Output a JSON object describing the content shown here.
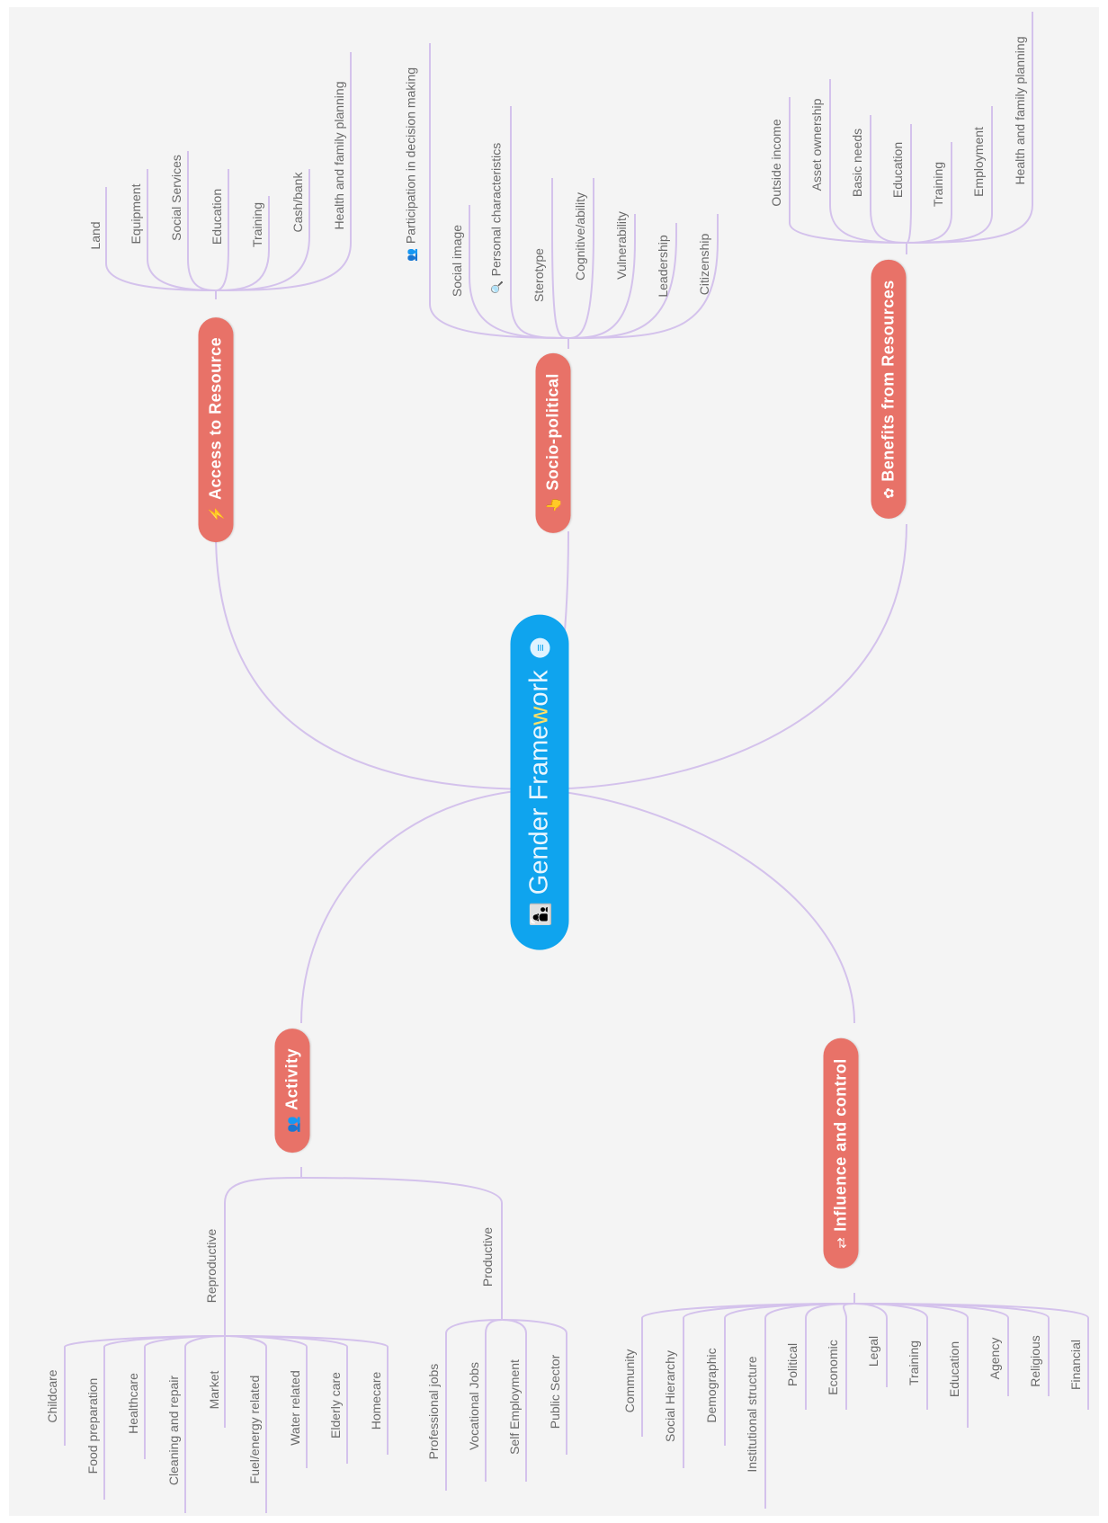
{
  "central": {
    "title_pre": "Gender Frame",
    "title_accent": "w",
    "title_post": "ork",
    "icon": "gender-faces-icon",
    "badge": "notes-icon"
  },
  "colors": {
    "central": "#0fa4ee",
    "branch": "#e87268",
    "connector": "#d4c2ec",
    "background": "#f4f4f4"
  },
  "branches": {
    "access": {
      "label": "Access to Resource",
      "icon": "lightning-icon",
      "items": [
        "Land",
        "Equipment",
        "Social Services",
        "Education",
        "Training",
        "Cash/bank",
        "Health and family planning"
      ]
    },
    "socio": {
      "label": "Socio-political",
      "icon": "hand-icon",
      "items": [
        "Participation in decision making",
        "Social image",
        "Personal characteristics",
        "Sterotype",
        "Cognitive/ability",
        "Vulnerability",
        "Leadership",
        "Citizenship"
      ]
    },
    "benefits": {
      "label": "Benefits from Resources",
      "icon": "flower-icon",
      "items": [
        "Outside income",
        "Asset ownership",
        "Basic needs",
        "Education",
        "Training",
        "Employment",
        "Health and family planning"
      ]
    },
    "activity": {
      "label": "Activity",
      "icon": "people-icon",
      "reproductive": {
        "label": "Reproductive",
        "items": [
          "Childcare",
          "Food preparation",
          "Healthcare",
          "Cleaning and repair",
          "Market",
          "Fuel/energy related",
          "Water related",
          "Elderly care",
          "Homecare"
        ]
      },
      "productive": {
        "label": "Productive",
        "items": [
          "Professional jobs",
          "Vocational Jobs",
          "Self Employment",
          "Public Sector"
        ]
      }
    },
    "influence": {
      "label": "Influence and control",
      "icon": "arrows-icon",
      "items": [
        "Community",
        "Social Hierarchy",
        "Demographic",
        "Institutional structure",
        "Political",
        "Economic",
        "Legal",
        "Training",
        "Education",
        "Agency",
        "Religious",
        "Financial"
      ]
    }
  }
}
